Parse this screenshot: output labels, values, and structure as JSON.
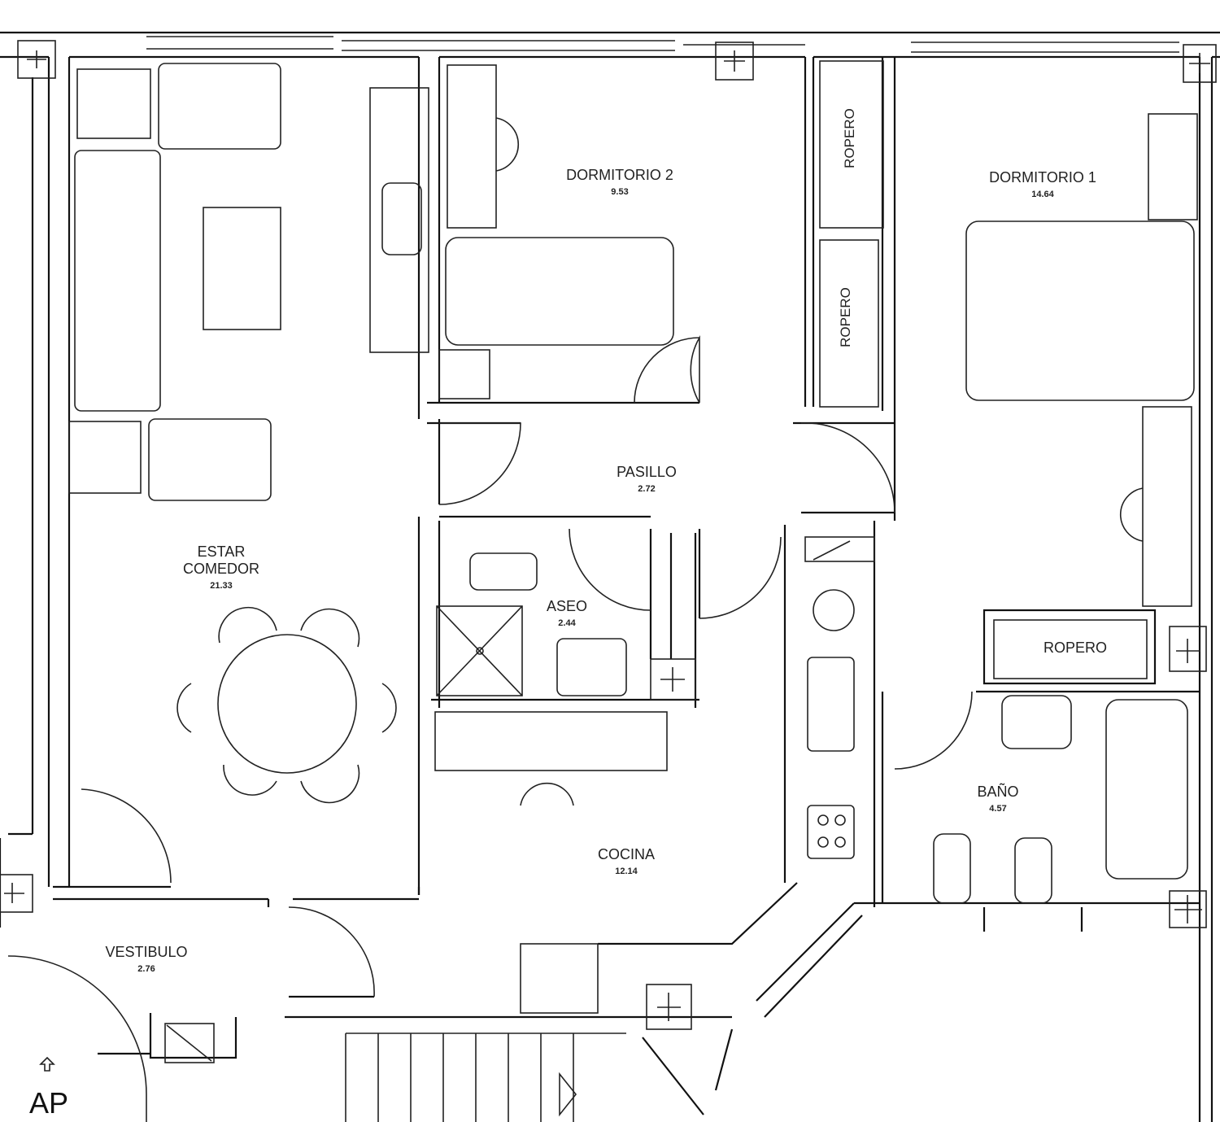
{
  "rooms": {
    "dormitorio2": {
      "name": "DORMITORIO 2",
      "area": "9.53"
    },
    "dormitorio1": {
      "name": "DORMITORIO 1",
      "area": "14.64"
    },
    "pasillo": {
      "name": "PASILLO",
      "area": "2.72"
    },
    "estar": {
      "name1": "ESTAR",
      "name2": "COMEDOR",
      "area": "21.33"
    },
    "aseo": {
      "name": "ASEO",
      "area": "2.44"
    },
    "cocina": {
      "name": "COCINA",
      "area": "12.14"
    },
    "bano": {
      "name": "BAÑO",
      "area": "4.57"
    },
    "vestibulo": {
      "name": "VESTIBULO",
      "area": "2.76"
    }
  },
  "roperos": [
    "ROPERO",
    "ROPERO",
    "ROPERO"
  ],
  "entrance": {
    "label": "AP",
    "icon": "up-arrow-icon"
  }
}
